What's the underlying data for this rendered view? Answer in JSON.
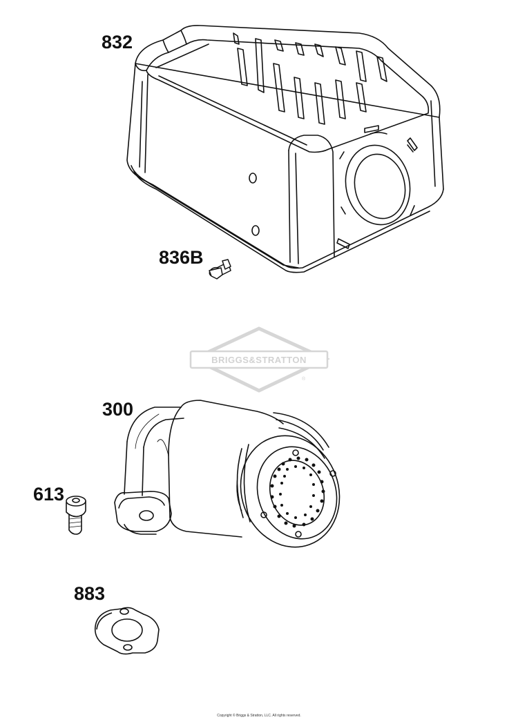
{
  "callouts": {
    "muffler_guard": "832",
    "guard_screw": "836B",
    "muffler": "300",
    "muffler_bolt": "613",
    "muffler_gasket": "883"
  },
  "watermark": {
    "text": "BRIGGS&STRATTON",
    "registered_mark": "®"
  },
  "footer": {
    "copyright": "Copyright © Briggs & Stratton, LLC. All rights reserved."
  },
  "colors": {
    "line": "#111111",
    "watermark": "#d6d6d6",
    "background": "#ffffff"
  }
}
